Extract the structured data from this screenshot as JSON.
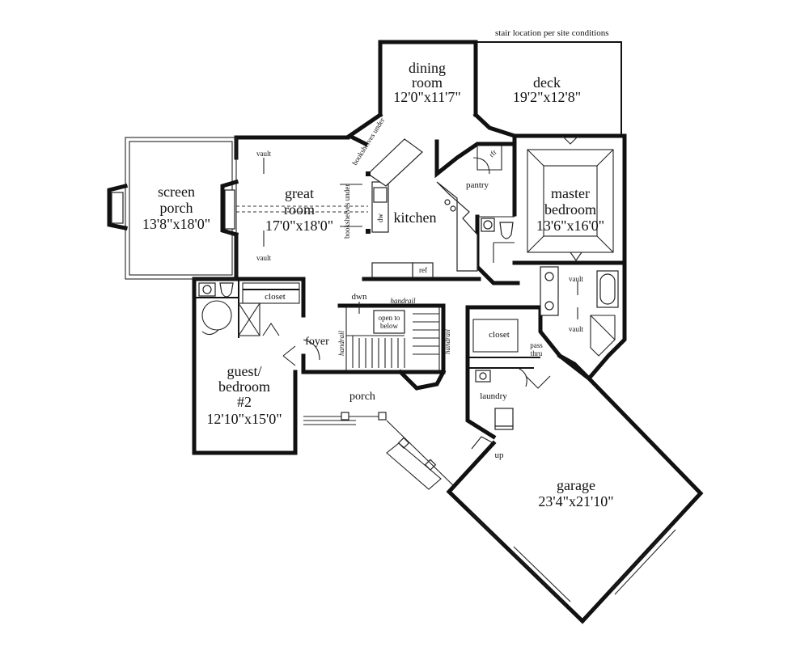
{
  "notes": {
    "stair_location": "stair location per site conditions"
  },
  "rooms": {
    "dining": {
      "name_line1": "dining",
      "name_line2": "room",
      "size": "12'0\"x11'7\""
    },
    "deck": {
      "name": "deck",
      "size": "19'2\"x12'8\""
    },
    "screen_porch": {
      "name_line1": "screen",
      "name_line2": "porch",
      "size": "13'8\"x18'0\""
    },
    "great_room": {
      "name_line1": "great",
      "name_line2": "room",
      "size": "17'0\"x18'0\""
    },
    "kitchen": {
      "name": "kitchen"
    },
    "pantry": {
      "name": "pantry"
    },
    "master_bedroom": {
      "name_line1": "master",
      "name_line2": "bedroom",
      "size": "13'6\"x16'0\""
    },
    "guest_bedroom": {
      "name_line1": "guest/",
      "name_line2": "bedroom",
      "name_line3": "#2",
      "size": "12'10\"x15'0\""
    },
    "foyer": {
      "name": "foyer"
    },
    "porch": {
      "name": "porch"
    },
    "closet_guest": {
      "name": "closet"
    },
    "closet_master": {
      "name": "closet"
    },
    "laundry": {
      "name": "laundry"
    },
    "garage": {
      "name": "garage",
      "size": "23'4\"x21'10\""
    }
  },
  "annotations": {
    "vault_top": "vault",
    "vault_bottom": "vault",
    "vault_bath_1": "vault",
    "vault_bath_2": "vault",
    "bookshelves_upper": "bookshelves under",
    "bookshelves_lower": "bookshelves under",
    "dw": "dw",
    "ref": "ref",
    "rfr": "rfr",
    "dwn": "dwn",
    "handrail_top": "handrail",
    "handrail_left": "handrail",
    "handrail_right": "handrail",
    "open_to_below_1": "open to",
    "open_to_below_2": "below",
    "pass_thru_1": "pass",
    "pass_thru_2": "thru",
    "up": "up"
  }
}
